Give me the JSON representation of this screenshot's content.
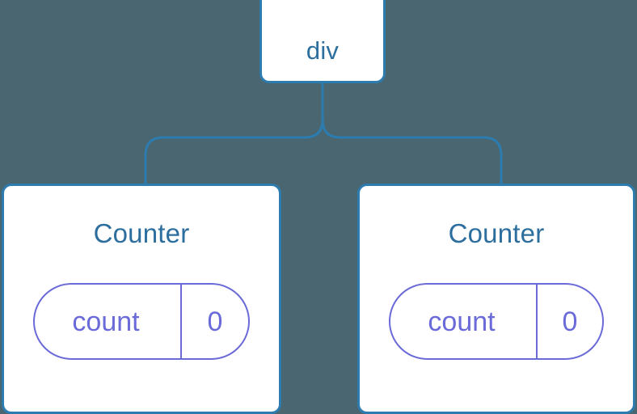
{
  "diagram": {
    "background_color": "#4a6670",
    "node_border_color": "#2c7cb0",
    "node_title_color": "#2c6e9e",
    "state_color": "#6a6ad8",
    "connector_color": "#2c7cb0",
    "root": {
      "label": "div"
    },
    "children": [
      {
        "label": "Counter",
        "state": {
          "key": "count",
          "value": "0"
        }
      },
      {
        "label": "Counter",
        "state": {
          "key": "count",
          "value": "0"
        }
      }
    ]
  }
}
